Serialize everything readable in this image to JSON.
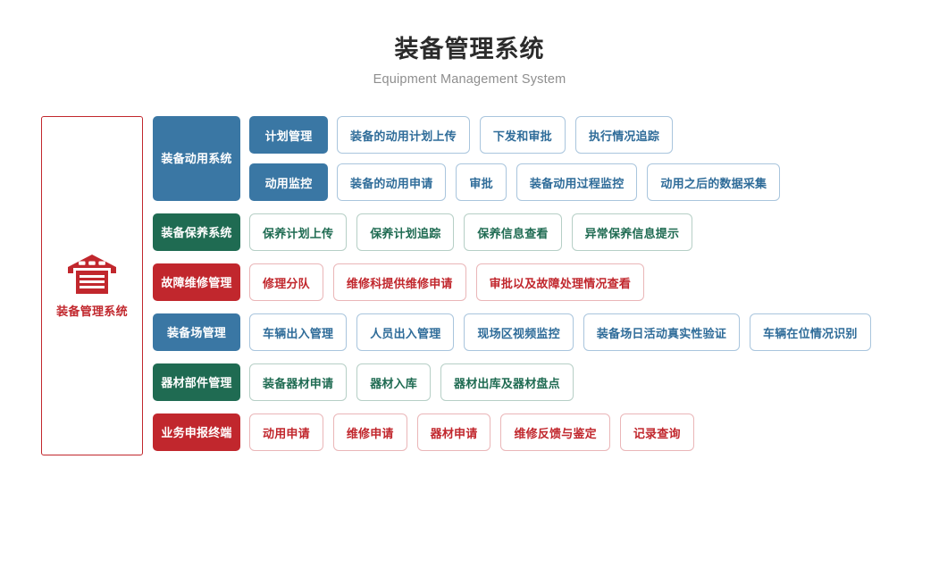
{
  "header": {
    "title": "装备管理系统",
    "subtitle": "Equipment Management System"
  },
  "left_panel": {
    "icon": "warehouse-icon",
    "label": "装备管理系统",
    "border_color": "#c1272d"
  },
  "colors": {
    "blue": "#3a77a4",
    "green": "#1f6b52",
    "red": "#c1272d",
    "blue_text": "#2f6c99",
    "green_text": "#1f6b52",
    "red_text": "#c1272d"
  },
  "diagram": {
    "rows": [
      {
        "category": "装备动用系统",
        "color": "blue",
        "subrows": [
          {
            "sub": "计划管理",
            "items": [
              "装备的动用计划上传",
              "下发和审批",
              "执行情况追踪"
            ]
          },
          {
            "sub": "动用监控",
            "items": [
              "装备的动用申请",
              "审批",
              "装备动用过程监控",
              "动用之后的数据采集"
            ]
          }
        ]
      },
      {
        "category": "装备保养系统",
        "color": "green",
        "items": [
          "保养计划上传",
          "保养计划追踪",
          "保养信息查看",
          "异常保养信息提示"
        ]
      },
      {
        "category": "故障维修管理",
        "color": "red",
        "items": [
          "修理分队",
          "维修科提供维修申请",
          "审批以及故障处理情况查看"
        ]
      },
      {
        "category": "装备场管理",
        "color": "blue",
        "items": [
          "车辆出入管理",
          "人员出入管理",
          "现场区视频监控",
          "装备场日活动真实性验证",
          "车辆在位情况识别"
        ]
      },
      {
        "category": "器材部件管理",
        "color": "green",
        "items": [
          "装备器材申请",
          "器材入库",
          "器材出库及器材盘点"
        ]
      },
      {
        "category": "业务申报终端",
        "color": "red",
        "items": [
          "动用申请",
          "维修申请",
          "器材申请",
          "维修反馈与鉴定",
          "记录查询"
        ]
      }
    ]
  }
}
